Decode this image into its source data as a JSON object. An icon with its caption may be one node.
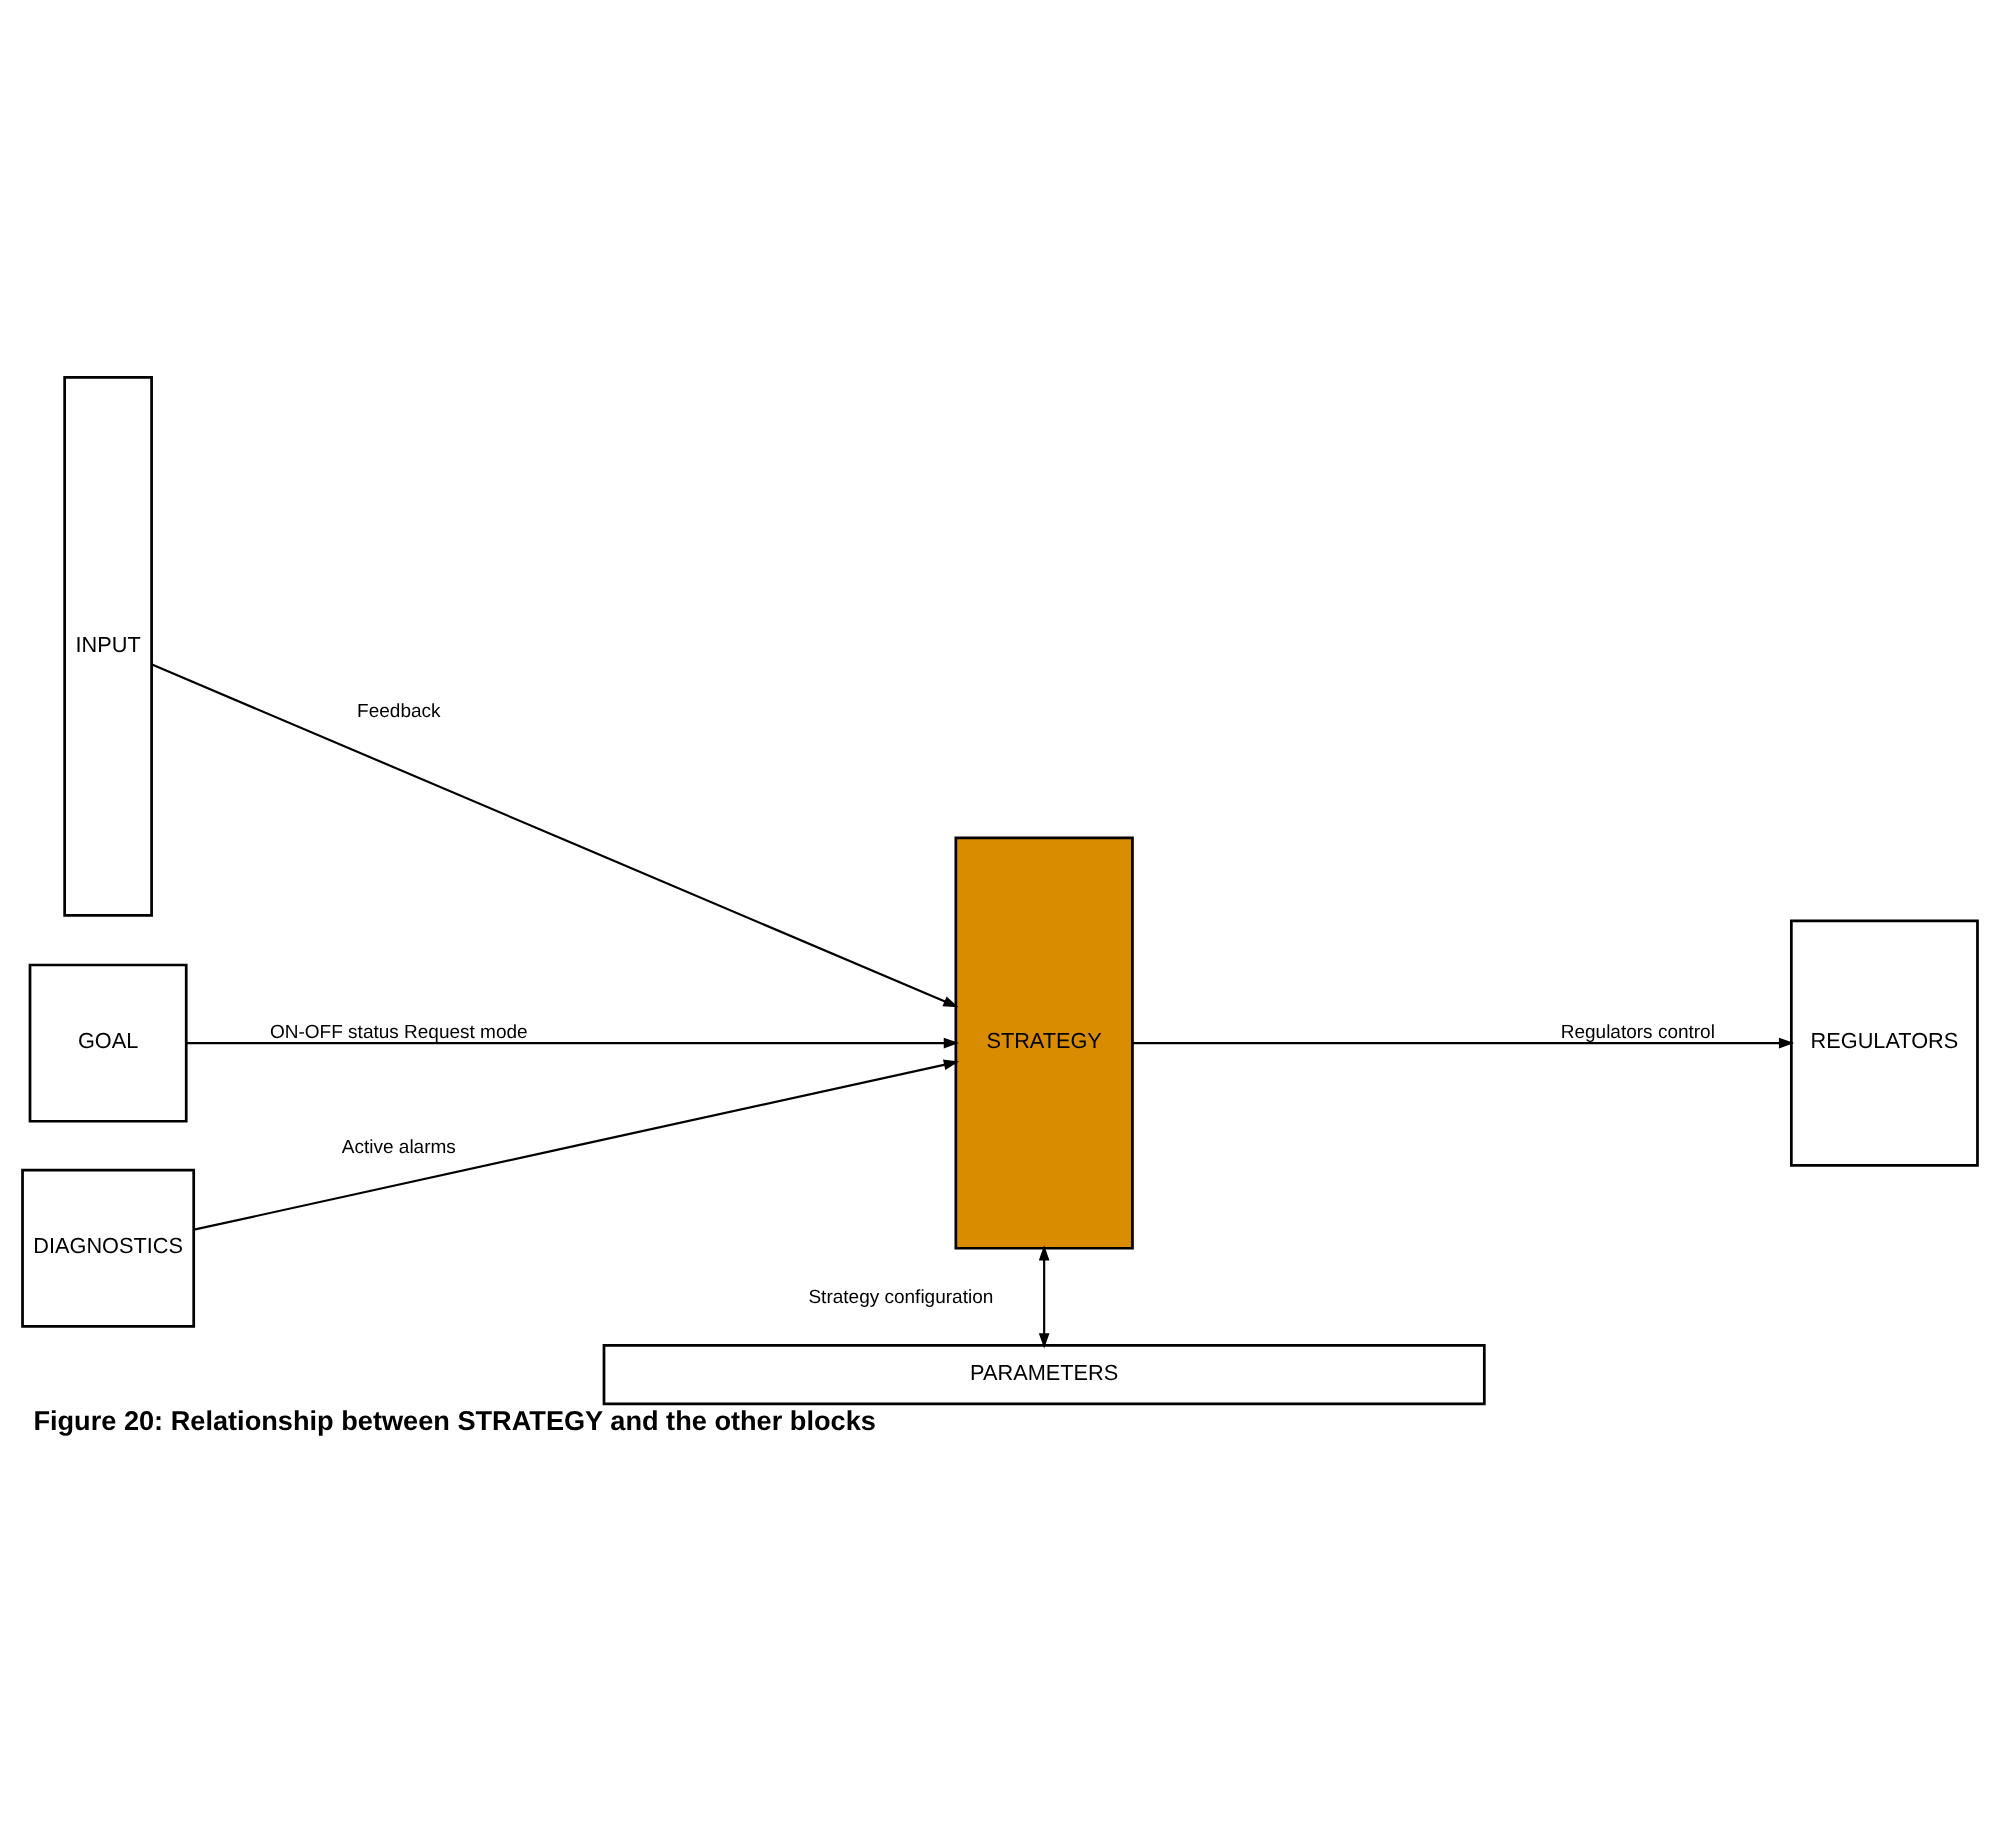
{
  "diagram": {
    "caption": "Figure 20: Relationship between STRATEGY and the other blocks",
    "nodes": [
      {
        "text": [
          "INPUT"
        ]
      },
      {
        "text": [
          "GOAL"
        ]
      },
      {
        "text": [
          "DIAGNOSTICS"
        ]
      },
      {
        "text": [
          "STRATEGY"
        ]
      },
      {
        "text": [
          "REGULATORS"
        ]
      },
      {
        "text": [
          "PARAMETERS"
        ]
      }
    ],
    "edges": [
      {
        "from": 1,
        "to": 3,
        "arrow": "to",
        "label": "ON-OFF status Request mode"
      },
      {
        "from": 0,
        "to": 3,
        "arrow": "to",
        "label": "Feedback"
      },
      {
        "from": 2,
        "to": 3,
        "arrow": "to",
        "label": "Active alarms"
      },
      {
        "from": 3,
        "to": 4,
        "arrow": "to",
        "label": "Regulators control"
      },
      {
        "from": 3,
        "to": 5,
        "arrow": "both",
        "label": "Strategy configuration"
      }
    ]
  }
}
